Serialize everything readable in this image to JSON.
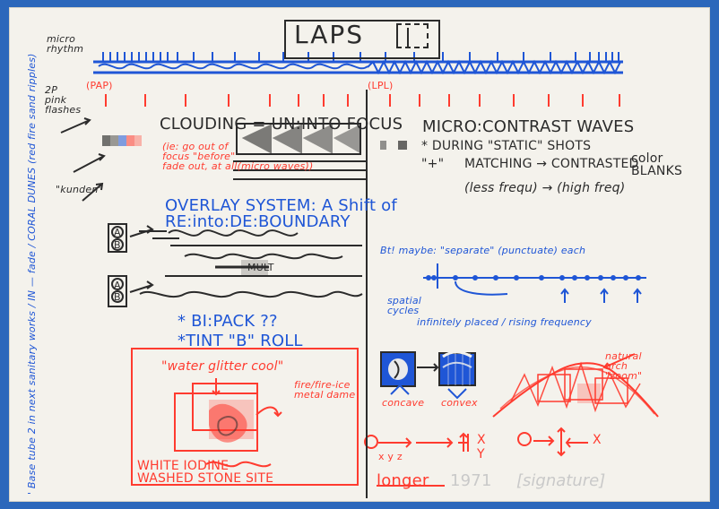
{
  "artwork": {
    "title": "LAPS",
    "top_left_notes": [
      "micro\nrhythm",
      "2P\npink\nflashes",
      "\"kunden\""
    ],
    "markers": {
      "left": "(PAP)",
      "right": "(LPL)"
    },
    "left_section": {
      "heading": "CLOUDING = UN:INTO FOCUS",
      "sub_note": "(ie: go out of\nfocus \"before\"\nfade out, at all(micro waves))",
      "overlay_title": "OVERLAY SYSTEM: A Shift of\nRE:into:DE:BOUNDARY",
      "labels": [
        "A",
        "B"
      ],
      "small_label": "MULT",
      "bi_pack": "* BI:PACK ??",
      "tint_roll": "*TINT \"B\" ROLL",
      "glitter_note": "\"water glitter cool\"",
      "fire_ice": "fire/fire-ice\nmetal dame",
      "white_iodine": "WHITE IODINE\nWASHED STONE SITE"
    },
    "right_section": {
      "heading": "MICRO:CONTRAST WAVES",
      "during": "* DURING \"STATIC\" SHOTS",
      "plus": "\"+\"",
      "matching": "MATCHING → CONTRASTED",
      "color_blanks": "color\nBLANKS",
      "freq": "(less frequ) → (high freq)",
      "maybe": "Bt! maybe: \"separate\" (punctuate) each ",
      "spatial": "spatial\ncycles",
      "infinitely": "infinitely placed / rising frequency",
      "natural_arch": "natural\narch\n\"zoom\"",
      "concave": "concave",
      "convex": "convex",
      "xyz": "x y z",
      "x": "X",
      "y": "Y",
      "longer": "longer",
      "year": "1971",
      "signature": "[signature]"
    },
    "left_vertical_note": "' Base tube 2 in next sanitary works / IN — fade / CORAL DUNES (red fire sand ripples)",
    "colors": {
      "paper": "#f4f2ec",
      "border": "#2b67bb",
      "ink_black": "#2b2b2b",
      "ink_blue": "#1f56d6",
      "ink_red": "#ff3b2f",
      "ink_pale": "#c9c9c9"
    }
  }
}
